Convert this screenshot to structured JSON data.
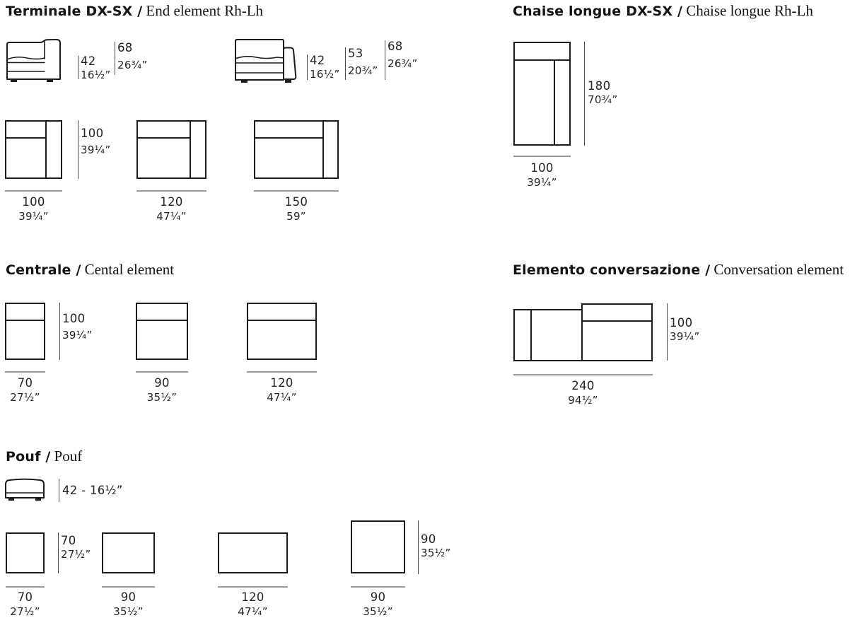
{
  "page": {
    "background": "#ffffff",
    "line_color": "#1c1c1c",
    "dim_line_color": "#4d4d4d",
    "underline_color": "#9a9a9a"
  },
  "sections": {
    "terminale": {
      "title_it": "Terminale DX-SX /",
      "title_en": "End element Rh-Lh",
      "side1": {
        "h1": {
          "cm": "42",
          "in": "16½”"
        },
        "h2": {
          "cm": "68",
          "in": "26¾”"
        }
      },
      "side2": {
        "h1": {
          "cm": "42",
          "in": "16½”"
        },
        "h2": {
          "cm": "53",
          "in": "20¾”"
        },
        "h3": {
          "cm": "68",
          "in": "26¾”"
        }
      },
      "depth": {
        "cm": "100",
        "in": "39¼”"
      },
      "w1": {
        "cm": "100",
        "in": "39¼”"
      },
      "w2": {
        "cm": "120",
        "in": "47¼”"
      },
      "w3": {
        "cm": "150",
        "in": "59”"
      }
    },
    "chaise": {
      "title_it": "Chaise longue DX-SX /",
      "title_en": "Chaise longue Rh-Lh",
      "depth": {
        "cm": "180",
        "in": "70¾”"
      },
      "w": {
        "cm": "100",
        "in": "39¼”"
      }
    },
    "centrale": {
      "title_it": "Centrale /",
      "title_en": "Cental element",
      "depth": {
        "cm": "100",
        "in": "39¼”"
      },
      "w1": {
        "cm": "70",
        "in": "27½”"
      },
      "w2": {
        "cm": "90",
        "in": "35½”"
      },
      "w3": {
        "cm": "120",
        "in": "47¼”"
      }
    },
    "conversazione": {
      "title_it": "Elemento conversazione /",
      "title_en": "Conversation element",
      "depth": {
        "cm": "100",
        "in": "39¼”"
      },
      "w": {
        "cm": "240",
        "in": "94½”"
      }
    },
    "pouf": {
      "title_it": "Pouf /",
      "title_en": "Pouf",
      "height_range": "42 - 16½”",
      "d1": {
        "cm": "70",
        "in": "27½”"
      },
      "d4": {
        "cm": "90",
        "in": "35½”"
      },
      "w1": {
        "cm": "70",
        "in": "27½”"
      },
      "w2": {
        "cm": "90",
        "in": "35½”"
      },
      "w3": {
        "cm": "120",
        "in": "47¼”"
      },
      "w4": {
        "cm": "90",
        "in": "35½”"
      }
    }
  }
}
